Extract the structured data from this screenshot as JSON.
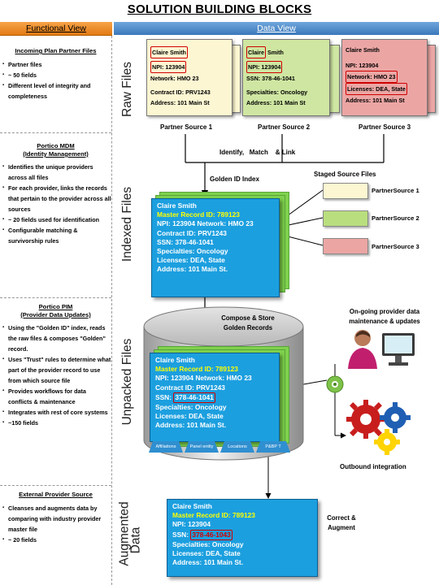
{
  "title": "SOLUTION BUILDING BLOCKS",
  "headers": {
    "functional": "Functional View",
    "data": "Data View"
  },
  "left": {
    "s1": {
      "title": "Incoming Plan Partner Files",
      "items": [
        "Partner files",
        "~ 50 fields",
        "Different level of integrity and completeness"
      ]
    },
    "s2": {
      "title_line1": "Portico MDM",
      "title_line2": "(Identity Management)",
      "items": [
        "Identifies the unique providers across all files",
        "For each provider, links the records that pertain to the provider across all sources",
        "~ 20 fields used for identification",
        "Configurable matching & survivorship rules"
      ]
    },
    "s3": {
      "title_line1": "Portico PIM",
      "title_line2": "(Provider Data Updates)",
      "items": [
        "Using the \"Golden ID\" index, reads the raw files & composes \"Golden\" record.",
        "Uses \"Trust\" rules to determine what part of the provider record to use from which source file",
        "Provides workflows for data conflicts & maintenance",
        "Integrates with rest of core systems",
        "~150 fields"
      ]
    },
    "s4": {
      "title": "External Provider Source",
      "items": [
        "Cleanses and augments data by comparing with industry provider master file",
        "~ 20 fields"
      ]
    }
  },
  "stage_labels": {
    "raw": "Raw Files",
    "indexed": "Indexed Files",
    "unpacked": "Unpacked Files",
    "augmented_1": "Augmented",
    "augmented_2": "Data"
  },
  "raw": {
    "p1": {
      "name": "Claire Smith",
      "npi": "NPI: 123904",
      "network": "Network: HMO 23",
      "contract": "Contract ID: PRV1243",
      "address": "Address: 101 Main St",
      "label": "Partner Source 1"
    },
    "p2": {
      "name": "Claire",
      "name2": "Smith",
      "npi": "NPI: 123904",
      "ssn": "SSN: 378-46-1041",
      "specialties": "Specialties: Oncology",
      "address": "Address: 101 Main St",
      "label": "Partner Source 2"
    },
    "p3": {
      "name": "Claire Smith",
      "npi": "NPI: 123904",
      "network": "Network: HMO 23",
      "licenses": "Licenses: DEA, State",
      "address": "Address: 101 Main St",
      "label": "Partner Source 3"
    }
  },
  "identify_label": "Identify,   Match    & Link",
  "golden_id_label": "Golden ID Index",
  "staged": {
    "title": "Staged Source Files",
    "s1": "PartnerSource 1",
    "s2": "PartnerSource 2",
    "s3": "PartnerSource 3"
  },
  "indexed_card": {
    "name": "Claire Smith",
    "mrid": "Master Record ID: 789123",
    "npi": "NPI: 123904 Network: HMO 23",
    "contract": "Contract ID: PRV1243",
    "ssn": "SSN: 378-46-1041",
    "specialties": "Specialties: Oncology",
    "licenses": "Licenses: DEA, State",
    "address": "Address: 101 Main St."
  },
  "compose_label_1": "Compose & Store",
  "compose_label_2": "Golden Records",
  "unpacked_card": {
    "name": "Claire Smith",
    "mrid": "Master Record ID: 789123",
    "npi": "NPI: 123904 Network: HMO 23",
    "contract": "Contract ID: PRV1243",
    "ssn_label": "SSN:",
    "ssn_value": "378-46-1041",
    "specialties": "Specialties: Oncology",
    "licenses": "Licenses: DEA, State",
    "address": "Address: 101 Main St."
  },
  "tabs": [
    "Affiliations",
    "Panel entity",
    "Locations",
    "P&BP T"
  ],
  "maintenance_1": "On-going provider data",
  "maintenance_2": "maintenance & updates",
  "outbound": "Outbound integration",
  "augmented_card": {
    "name": "Claire Smith",
    "mrid": "Master Record ID: 789123",
    "npi": "NPI: 123904",
    "ssn_label": "SSN:",
    "ssn_value": "378-46-1043",
    "specialties": "Specialties: Oncology",
    "licenses": "Licenses: DEA, State",
    "address": "Address: 101 Main St."
  },
  "correct_1": "Correct &",
  "correct_2": "Augment",
  "colors": {
    "blue_card": "#1c9fdf",
    "yellow_text": "#ffff00",
    "red_highlight": "#d00000",
    "orange_header": "#f28c28",
    "blue_header": "#4a89cc"
  }
}
